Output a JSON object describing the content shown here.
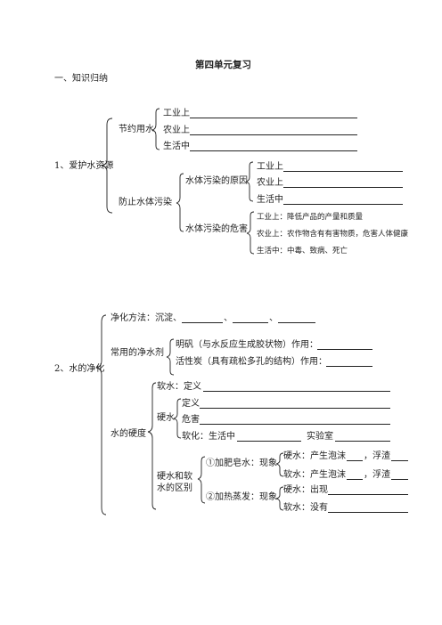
{
  "doc": {
    "title": "第四单元复习",
    "section1_heading": "一、知识归纳"
  },
  "part1": {
    "label": "1、爱护水资源",
    "save_water": {
      "label": "节约用水",
      "items": [
        "工业上",
        "农业上",
        "生活中"
      ]
    },
    "prevent_pollution": {
      "label": "防止水体污染",
      "causes": {
        "label": "水体污染的原因",
        "items": [
          "工业上",
          "农业上",
          "生活中"
        ]
      },
      "harms": {
        "label": "水体污染的危害",
        "items": [
          "工业上：降低产品的产量和质量",
          "农业上：农作物含有有害物质，危害人体健康",
          "生活中：中毒、致病、死亡"
        ]
      }
    }
  },
  "part2": {
    "label": "2、水的净化",
    "methods": {
      "prefix": "净化方法：沉淀、",
      "sep1": "、",
      "sep2": "、"
    },
    "agents": {
      "label": "常用的净水剂",
      "alum": "明矾（与水反应生成胶状物）作用：",
      "carbon": "活性炭（具有疏松多孔的结构）作用："
    },
    "hardness": {
      "label": "水的硬度",
      "soft_def": "软水：定义",
      "hard": {
        "label": "硬水",
        "def": "定义",
        "harm": "危害",
        "soften_prefix": "软化：生活中",
        "soften_lab": "实验室"
      },
      "distinguish": {
        "label_line1": "硬水和软",
        "label_line2": "水的区别",
        "soap": {
          "label": "①加肥皂水：现象",
          "hard_prefix": "硬水：产生泡沫",
          "soft_prefix": "软水：产生泡沫",
          "scum": "，浮渣"
        },
        "evaporate": {
          "label": "②加热蒸发：现象",
          "hard": "硬水：出现",
          "soft": "软水：没有"
        }
      }
    }
  }
}
